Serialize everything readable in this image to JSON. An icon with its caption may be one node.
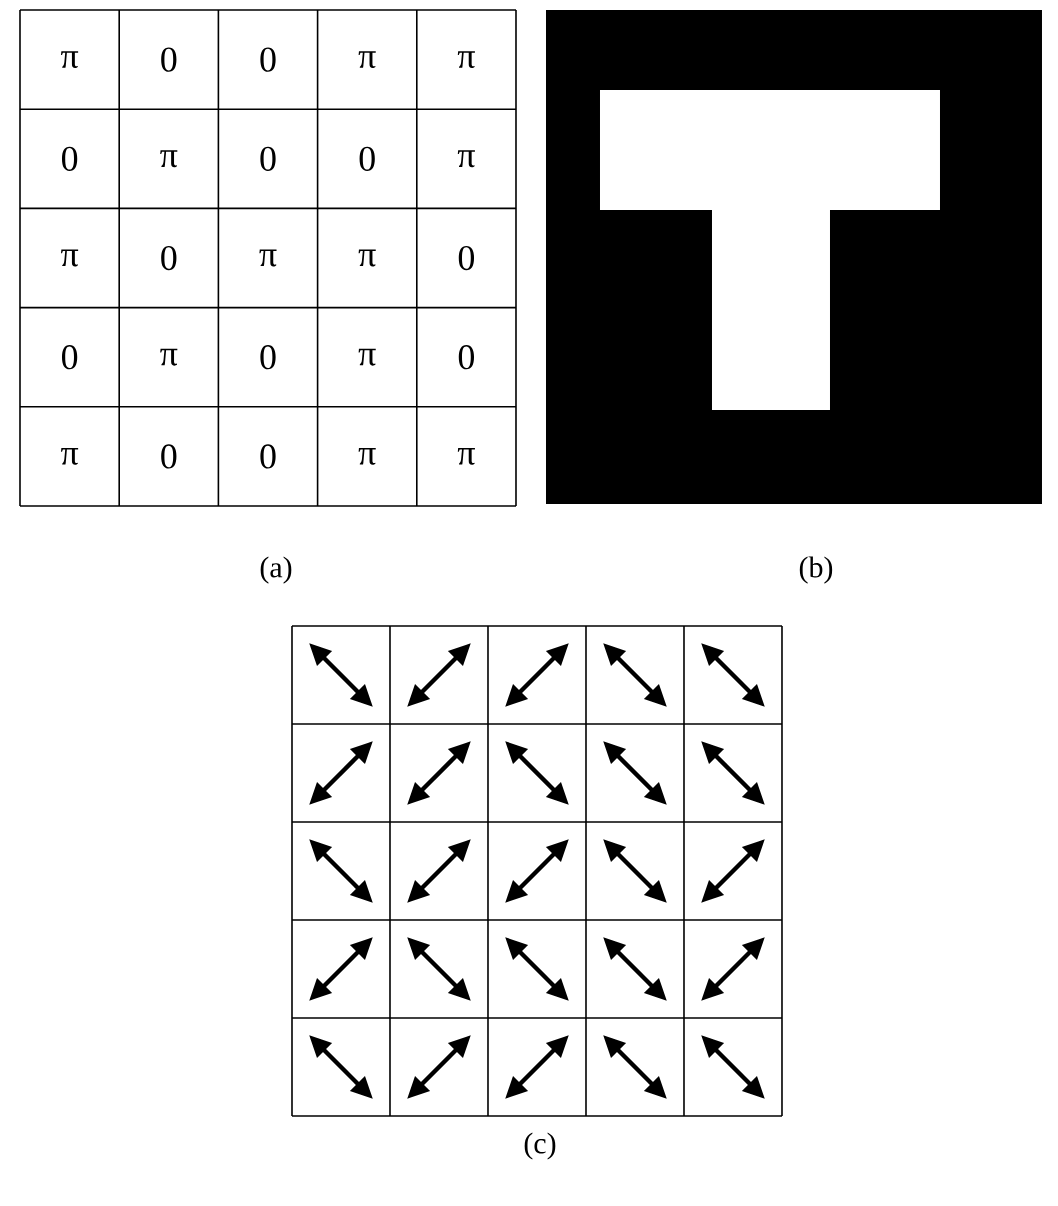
{
  "diagram": {
    "labels": [
      "π",
      "0",
      "0",
      "π",
      "π",
      "0",
      "π",
      "0",
      "0",
      "π",
      "π",
      "0",
      "π",
      "π",
      "0",
      "0",
      "π",
      "0",
      "π",
      "0",
      "π",
      "0",
      "0",
      "π",
      "π",
      "(a)",
      "(b)",
      "(c)"
    ]
  }
}
